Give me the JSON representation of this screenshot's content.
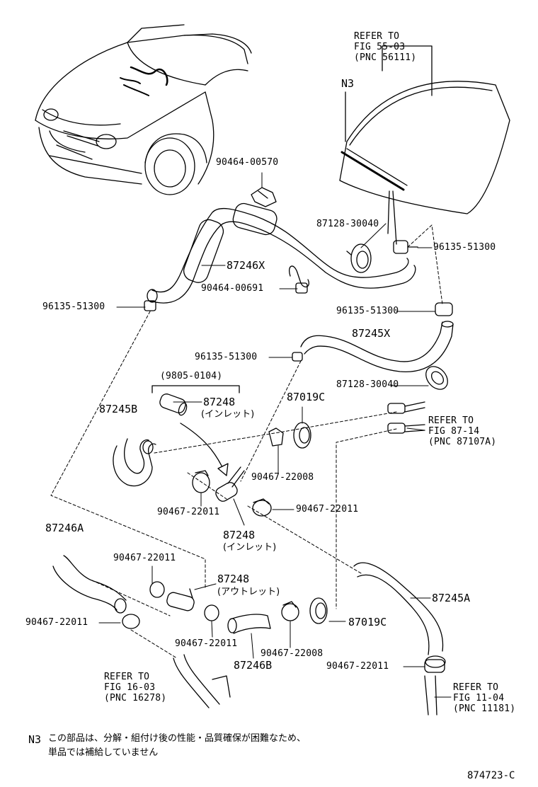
{
  "colors": {
    "ink": "#000000",
    "paper": "#ffffff"
  },
  "labels": {
    "ref_windshield": [
      "REFER TO",
      "FIG 55-03",
      "(PNC 56111)"
    ],
    "n3_marker": "N3",
    "p90464_00570": "90464-00570",
    "p87128_30040_top": "87128-30040",
    "p96135_51300_r1": "96135-51300",
    "p87246X": "87246X",
    "p90464_00691": "90464-00691",
    "p96135_51300_l1": "96135-51300",
    "p96135_51300_r2": "96135-51300",
    "p87245X": "87245X",
    "p96135_51300_m": "96135-51300",
    "p87128_30040_mid": "87128-30040",
    "date_range": "(9805-0104)",
    "p87248_top": "87248",
    "inlet_top": "(インレット)",
    "p87019C_top": "87019C",
    "ref_87_14": [
      "REFER TO",
      "FIG 87-14",
      "(PNC 87107A)"
    ],
    "p87245B": "87245B",
    "p90467_22008_top": "90467-22008",
    "p90467_22011_left": "90467-22011",
    "p90467_22011_right": "90467-22011",
    "p87248_mid": "87248",
    "inlet_mid": "(インレット)",
    "p87246A": "87246A",
    "p90467_22011_a": "90467-22011",
    "p87248_out": "87248",
    "outlet": "(アウトレット)",
    "p87245A": "87245A",
    "p90467_22011_b": "90467-22011",
    "p87019C_bot": "87019C",
    "p90467_22011_c": "90467-22011",
    "p90467_22008_bot": "90467-22008",
    "p87246B": "87246B",
    "p90467_22011_d": "90467-22011",
    "ref_16_03": [
      "REFER TO",
      "FIG 16-03",
      "(PNC 16278)"
    ],
    "ref_11_04": [
      "REFER TO",
      "FIG 11-04",
      "(PNC 11181)"
    ]
  },
  "note": {
    "marker": "N3",
    "line1": "この部品は、分解・組付け後の性能・品質確保が困難なため、",
    "line2": "単品では補給していません"
  },
  "figure_number": "874723-C"
}
